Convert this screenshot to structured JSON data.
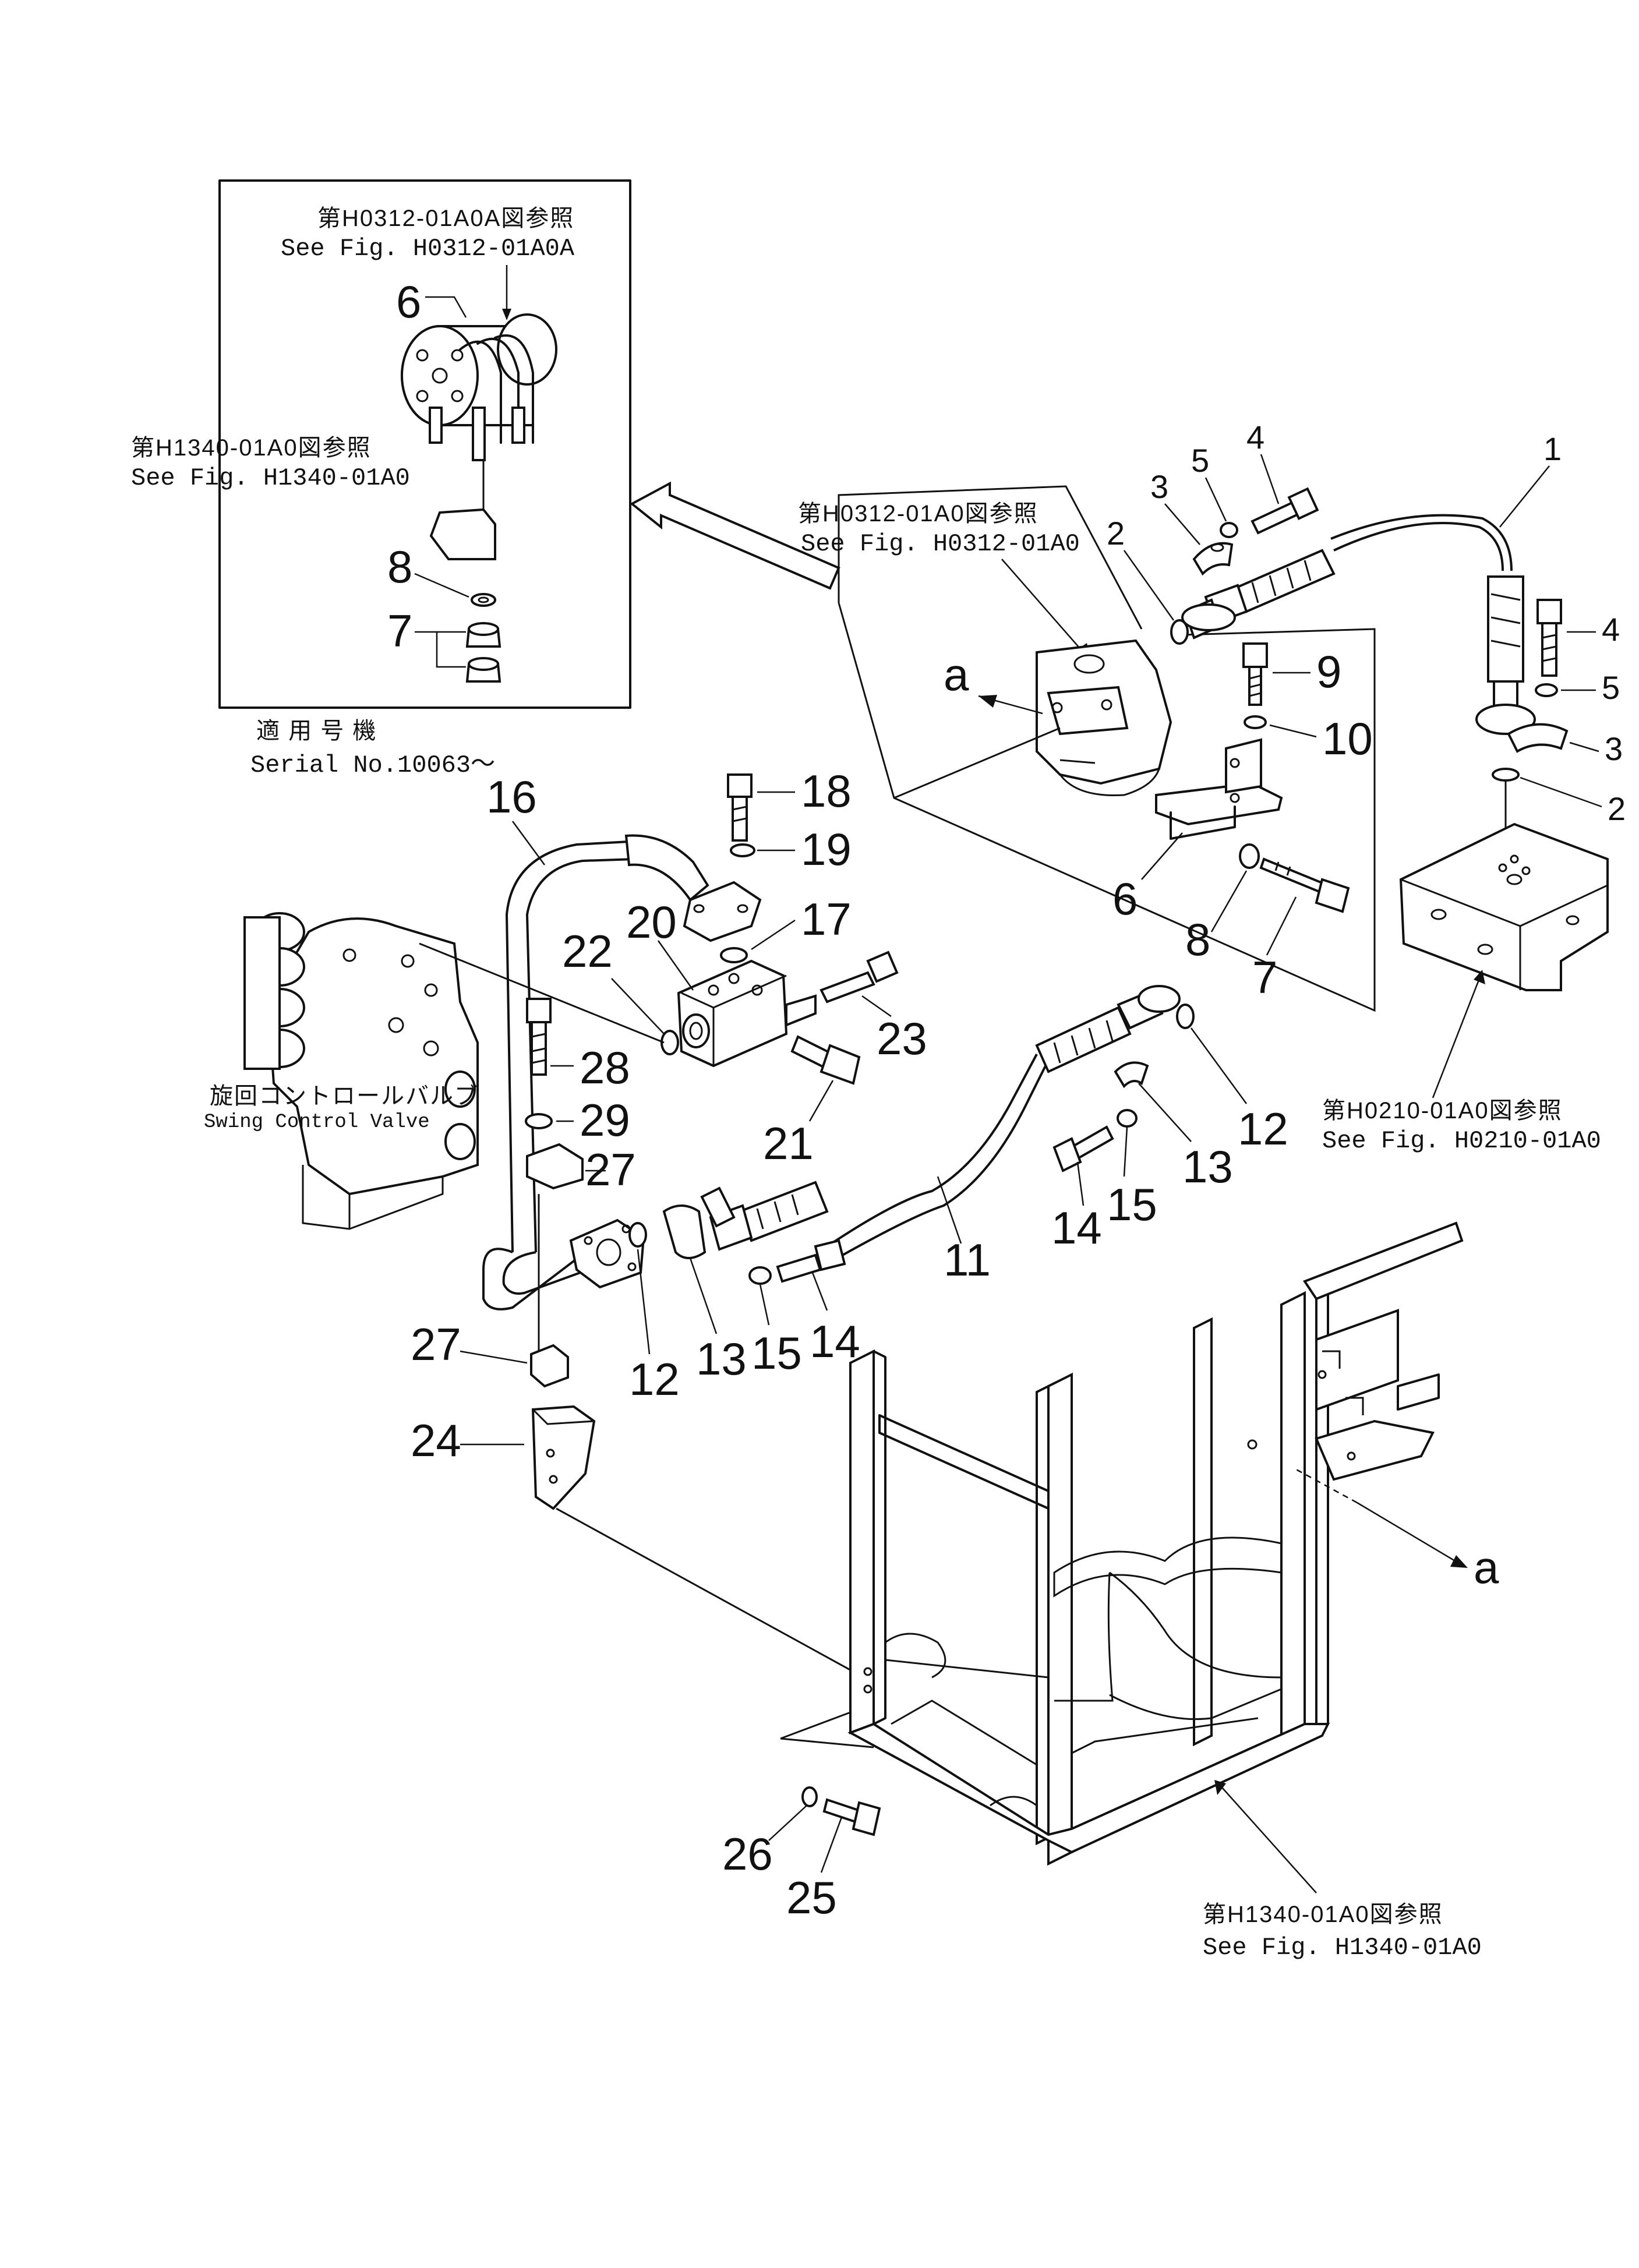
{
  "inset": {
    "ref_ja_top": "第H0312-01A0A図参照",
    "ref_en_top": "See  Fig. H0312-01A0A",
    "ref_ja_left": "第H1340-01A0図参照",
    "ref_en_left": "See  Fig. H1340-01A0",
    "serial_ja": "適 用 号 機",
    "serial_en": "Serial No.10063～",
    "labels": {
      "n6": "6",
      "n8": "8",
      "n7": "7"
    }
  },
  "refs": {
    "swivel_ja": "第H0312-01A0図参照",
    "swivel_en": "See  Fig. H0312-01A0",
    "valve_ja": "第H0210-01A0図参照",
    "valve_en": "See  Fig. H0210-01A0",
    "frame_ja": "第H1340-01A0図参照",
    "frame_en": "See  Fig. H1340-01A0",
    "swing_valve_ja": "旋回コントロールバルブ",
    "swing_valve_en": "Swing  Control  Valve"
  },
  "callouts": {
    "p1": "1",
    "p2a": "2",
    "p3a": "3",
    "p4a": "4",
    "p5a": "5",
    "p4b": "4",
    "p5b": "5",
    "p3b": "3",
    "p2b": "2",
    "p9": "9",
    "p10": "10",
    "p6": "6",
    "p8": "8",
    "p7": "7",
    "p18": "18",
    "p19": "19",
    "p16": "16",
    "p17": "17",
    "p20": "20",
    "p22": "22",
    "p23": "23",
    "p21": "21",
    "p28": "28",
    "p29": "29",
    "p27a": "27",
    "p27b": "27",
    "p24": "24",
    "p12a": "12",
    "p12b": "12",
    "p13a": "13",
    "p13b": "13",
    "p15a": "15",
    "p15b": "15",
    "p14a": "14",
    "p14b": "14",
    "p11": "11",
    "p26": "26",
    "p25": "25",
    "a_top": "a",
    "a_right": "a"
  }
}
